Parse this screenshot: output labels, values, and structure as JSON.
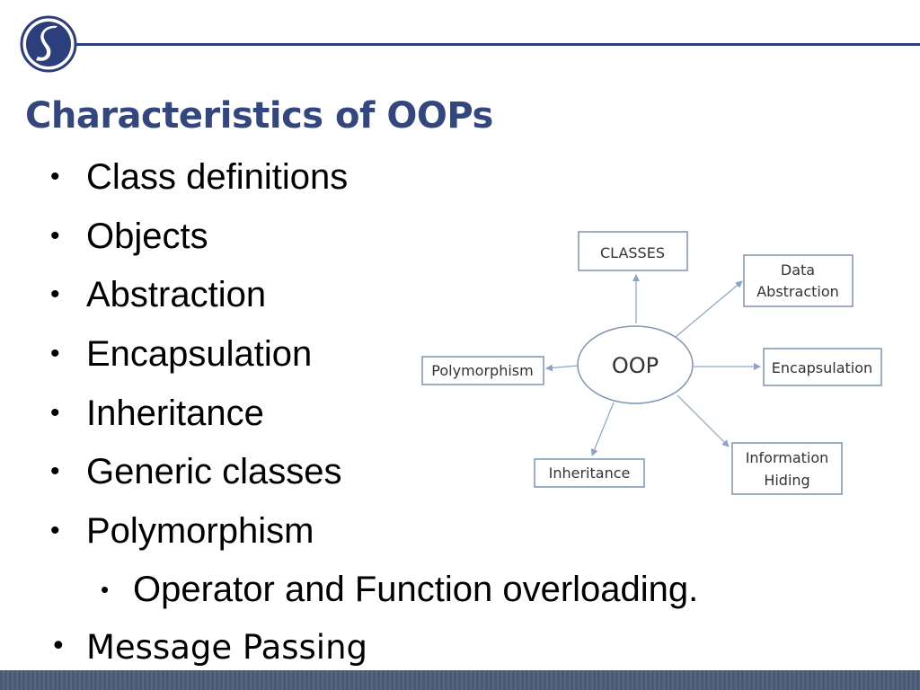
{
  "slide": {
    "title": "Characteristics of OOPs",
    "bullets": [
      {
        "text": "Class definitions",
        "level": 1
      },
      {
        "text": "Objects",
        "level": 1
      },
      {
        "text": "Abstraction",
        "level": 1
      },
      {
        "text": "Encapsulation",
        "level": 1
      },
      {
        "text": "Inheritance",
        "level": 1
      },
      {
        "text": "Generic classes",
        "level": 1
      },
      {
        "text": "Polymorphism",
        "level": 1
      },
      {
        "text": "Operator and Function overloading.",
        "level": 2
      },
      {
        "text": "Message Passing",
        "level": 1
      }
    ],
    "bullet_symbol": "•"
  },
  "diagram": {
    "center": "OOP",
    "nodes": {
      "classes": [
        "CLASSES"
      ],
      "data_abstraction": [
        "Data",
        "Abstraction"
      ],
      "encapsulation": [
        "Encapsulation"
      ],
      "information_hiding": [
        "Information",
        "Hiding"
      ],
      "inheritance": [
        "Inheritance"
      ],
      "polymorphism": [
        "Polymorphism"
      ]
    }
  },
  "colors": {
    "title": "#33477f",
    "rule": "#2c3e7c",
    "logo": "#2c3e7c",
    "diagram_border": "#7f93b3",
    "arrow": "#8aa4c8",
    "footer": "#4a5a74"
  },
  "icons": {
    "logo": "institution-logo-icon"
  }
}
